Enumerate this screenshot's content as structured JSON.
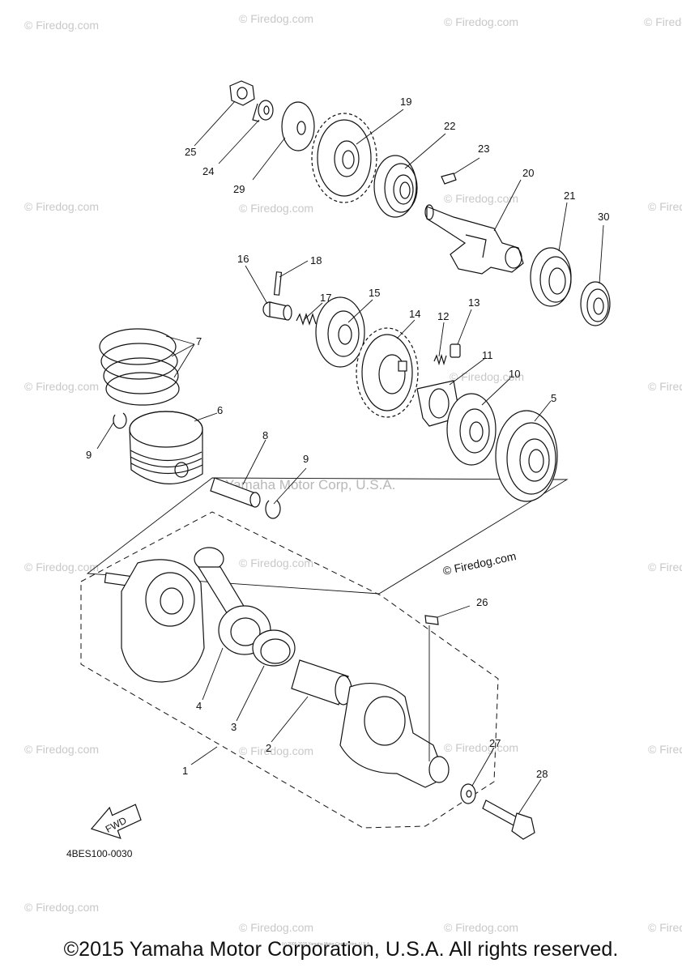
{
  "watermark": "© Firedog.com",
  "center_watermark": "Yamaha Motor Corp, U.S.A.",
  "firedog_label": "© Firedog.com",
  "part_code": "4BES100-0030",
  "fwd_label": "FWD",
  "fine_print": "(c) 2005-2015 Yamaha Motor Corporation, U.S.A.",
  "copyright": "©2015 Yamaha Motor Corporation, U.S.A. All rights reserved.",
  "callouts": {
    "c1": "1",
    "c2": "2",
    "c3": "3",
    "c4": "4",
    "c5": "5",
    "c6": "6",
    "c7": "7",
    "c8": "8",
    "c9a": "9",
    "c9b": "9",
    "c10": "10",
    "c11": "11",
    "c12": "12",
    "c13": "13",
    "c14": "14",
    "c15": "15",
    "c16": "16",
    "c17": "17",
    "c18": "18",
    "c19": "19",
    "c20": "20",
    "c21": "21",
    "c22": "22",
    "c23": "23",
    "c24": "24",
    "c25": "25",
    "c26": "26",
    "c27": "27",
    "c28": "28",
    "c29": "29",
    "c30": "30"
  }
}
